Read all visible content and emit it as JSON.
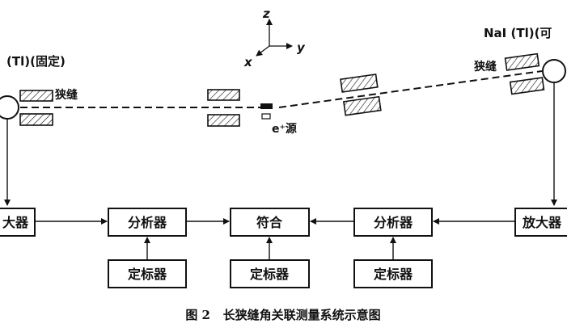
{
  "axes": {
    "z": "z",
    "x": "x",
    "y": "y"
  },
  "detectors": {
    "left_label": "(Tl)(固定)",
    "right_label": "NaI (Tl)(可",
    "slit_label_left": "狭缝",
    "slit_label_right": "狭缝"
  },
  "source": {
    "label": "e⁺源"
  },
  "blocks": {
    "amp_left": "大器",
    "analyzer_left": "分析器",
    "coincidence": "符合",
    "analyzer_right": "分析器",
    "amp_right": "放大器",
    "scaler_left": "定标器",
    "scaler_center": "定标器",
    "scaler_right": "定标器"
  },
  "caption": "图 2   长狭缝角关联测量系统示意图"
}
